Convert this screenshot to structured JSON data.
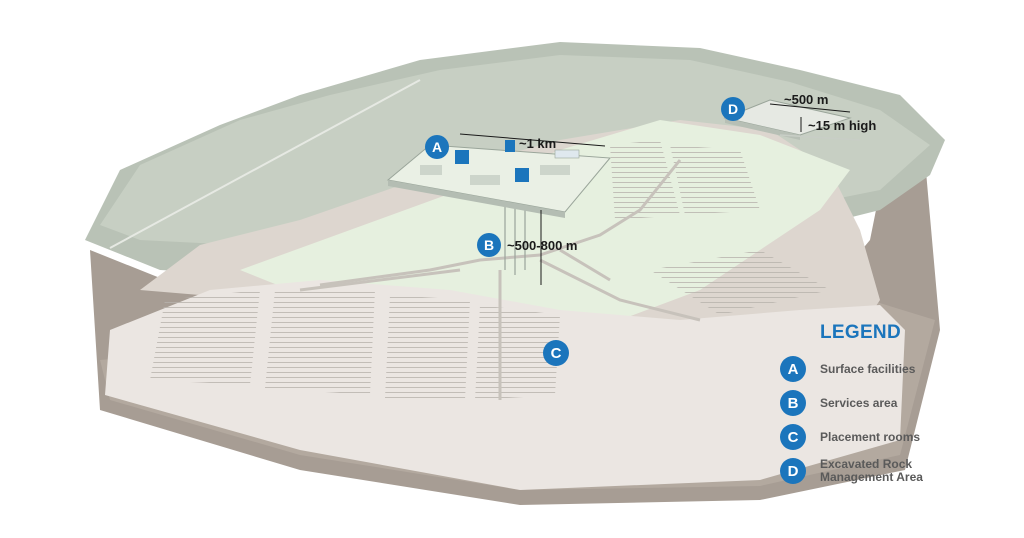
{
  "callouts": {
    "a": {
      "letter": "A",
      "dimension": "~1 km"
    },
    "b": {
      "letter": "B",
      "dimension": "~500-800 m"
    },
    "c": {
      "letter": "C"
    },
    "d": {
      "letter": "D",
      "dimension_width": "~500 m",
      "dimension_height": "~15 m high"
    }
  },
  "legend": {
    "title": "LEGEND",
    "items": [
      {
        "letter": "A",
        "label": "Surface facilities"
      },
      {
        "letter": "B",
        "label": "Services area"
      },
      {
        "letter": "C",
        "label": "Placement rooms"
      },
      {
        "letter": "D",
        "label_line1": "Excavated Rock",
        "label_line2": "Management Area"
      }
    ]
  },
  "colors": {
    "accent": "#1b75bc",
    "surface": "#b9c2b6",
    "rock": "#d9d3cc",
    "services": "#e6f0df"
  }
}
